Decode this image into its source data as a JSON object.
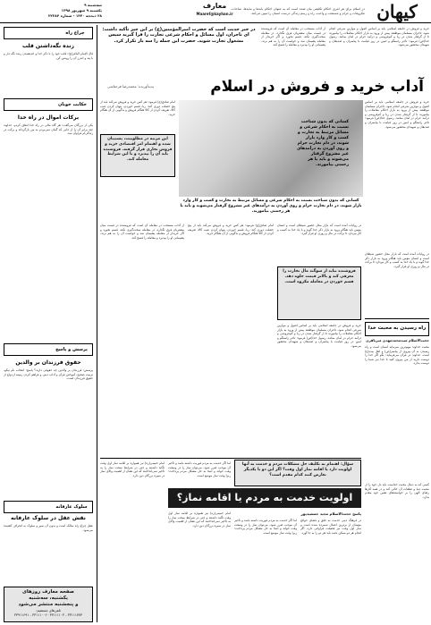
{
  "header": {
    "logo": "کیهان",
    "section": "معارف",
    "email": "Maaref@kayhan.ir",
    "date_line_1": "سه‌شنبه ۹",
    "date_line_2": "یکشنبه ۹ شهریور ۱۳۹۸",
    "date_line_3": "۲۸ ذیحجه ۱۴۴۰ - شماره ۲۲۲۸۴",
    "intro": "در اسلام برای هر امری احکام تکلیفی بیان شده است که به عنوان احکام بایدها و نبایدها، مباحات، مکروهات و حرام و مستحب و واجب، راه و رسم زندگی درست انسان را تبیین می‌کند."
  },
  "main": {
    "kicker": "پدیدآورنده: محمدرضا فرحتاشی",
    "headline": "آداب خرید و فروش در اسلام",
    "quote": "در خبر حدیث است که حضرت امیرالمؤمنین(ع) بر این چیز تأکید داشت: ای تاجران، اول مسائل و احکام شرعی تجارت را فرا گیرید سپس مشغول تجارت شوید. حضرت این جمله را سه بار تکرار کرد.",
    "author": "محمدرضا فرحتاشی",
    "photo_caption": "کسانی که بدون شناخت نسبت به احکام شرعی و مسائل مرتبط به تجارت و کسب و کار وارد بازار شوند، در دام تجارت حرام و روی آوردن به درآمدهای غیر مشروع گرفتار می‌شوند و باید با هر زحمتی بیاموزند.",
    "pull_quote_left": "این مرتبه در مطلوبیت، پشتیبان شده و اهتمام امر اقتصادی خرید و فروش تجاری قرار گرفته. فروشنده باید آن را بپذیرد و با این شرایط معامله کند.",
    "pull_quote_mid": "فروشنده نباید از سوگند مال تجارت را معرفی کند و بالاتر قیمت جلوه دهد. قسم خوردن در معامله مکروه است.",
    "body_col_1": "خرید و فروش در جامعه اسلامی باید بر اساس اصول و موازین شرعی انجام شود. تاجران مسلمان موظفند پیش از ورود به بازار احکام معاملات را بیاموزند تا از گرفتار شدن در ربا و کم‌فروشی و درآمد حرام در امان بمانند. رسول خدا(ص) فرمود: تاجر راستگو و امین در روز قیامت با پیامبران و صدیقان و شهیدان محشور می‌شود.",
    "body_col_2": "از آداب مستحب در معامله آن است که فروشنده در قیمت میان مشتریان فرق نگذارد، در معامله سخت‌گیری نکند، قسم نخورد و اگر خریدار از معامله پشیمان شد و خواست آن را به هم بزند، پشیمانی او را بپذیرد و معامله را فسخ کند.",
    "body_col_3": "امام صادق(ع) فرمود: هر کس خرید و فروش می‌کند باید از پنج خصلت دوری کند: ربا، قسم خوردن، پنهان کردن عیب کالا، تعریف کردن از کالا هنگام فروش و بدگویی از آن هنگام خرید.",
    "body_col_4": "در روایات آمده است که بازار محل حضور شیطان است و انسان مؤمن باید هنگام ورود به بازار ذکر خدا گوید و با یاد خدا به کسب و کار بپردازد تا برکت در مال و روزی او قرار گیرد."
  },
  "lower": {
    "headline": "اولویت خدمت به مردم یا اقامه نماز؟",
    "question_box": "سؤال: اهتمام به تکلیف حل مشکلات مردم و خدمت به آنها اولویت دارد یا اقامه نماز اول وقت؟ اگر این دو با یکدیگر تعارض کنند کدام مقدم است؟",
    "answer_label": "پاسخ حجت‌الاسلام مجید جمشیدپور",
    "body_1": "در فرهنگ دینی خدمت به خلق و قضای حوائج مؤمنان از برترین اعمال شمرده شده است و نماز اول وقت نیز فضیلت فراوانی دارد. اگر انجام هر دو ممکن باشد باید هر دو را به جا آورد.",
    "body_2": "اما اگر خدمت به مردم فوریت داشته باشد و تأخیر آن موجب ضرر شود، می‌توان نماز را در وسعت وقت خواند و ابتدا به حل مشکل مردم پرداخت؛ زیرا وقت نماز موسع است.",
    "body_3": "امام خمینی(ره) نیز همواره بر اقامه نماز اول وقت تأکید داشتند و حتی در شرایط سخت نماز را به تأخیر نمی‌انداختند که این نشان از اهمیت والای نماز در سیره بزرگان دین دارد."
  },
  "right_col": {
    "box_title": "راه رسیدن به محبت خدا",
    "box_author": "حجت‌الاسلام سیدمحمدمهدی میرباقری",
    "body_1": "محبت خداوند مهم‌ترین سرمایه انسان است و راه رسیدن به آن پیروی از پیامبر(ص) و اهل بیت(ع) است. خداوند در قرآن می‌فرماید: بگو اگر خدا را دوست دارید از من پیروی کنید تا خدا نیز شما را دوست بدارد.",
    "body_2": "کسی که به دنبال محبت خداست باید دل خود را از محبت دنیا و تعلقات آن خالی کند و در همه کارها رضای الهی را بر خواسته‌های نفس خود مقدم بدارد."
  },
  "sidebar": {
    "tab_1": "چراغ راه",
    "title_1": "زنده نگه‌داشتن قلب",
    "text_1": "قال الإمام الباقر(ع): قلب خود را با ذکر خدا و اندیشیدن زنده نگه دار و با پند و اندرز آن را روشن کن.",
    "tab_2": "حکایت خوبان",
    "title_2": "برکات اموال در راه خدا",
    "text_2": "یکی از بزرگان می‌گفت: هر گاه مالی در راه خدا انفاق کردم، خداوند چند برابر آن را از جایی که گمان نمی‌بردم به من بازگرداند و برکت در زندگی‌ام فراوان شد.",
    "tab_3": "پرسش و پاسخ",
    "title_3": "حقوق فرزندان بر والدین",
    "text_3": "پرسش: فرزندان بر والدین چه حقوقی دارند؟ پاسخ: انتخاب نام نیکو، تربیت صحیح، آموختن قرآن و آداب دینی و فراهم کردن زمینه ازدواج از حقوق فرزندان است.",
    "tab_4": "سلوک عارفانه",
    "title_4": "نقش عقل در سلوک عارفانه",
    "text_4": "عقل چراغ راه سالک است و بدون آن سیر و سلوک به انحراف کشیده می‌شود.",
    "footer_1": "صفحه معارف روزهای",
    "footer_2": "یکشنبه، سه‌شنبه",
    "footer_3": "و پنجشنبه منتشر می‌شود",
    "footer_4": "تلفن‌های مستقیم:",
    "footer_5": "۳۳۹۱۱۶۹۱ - ۳۳۱۱۱۰۰۶۰ ۳۳۱۱۱۱۰۳ - ۳۳۱۱۱۷۷۳"
  }
}
